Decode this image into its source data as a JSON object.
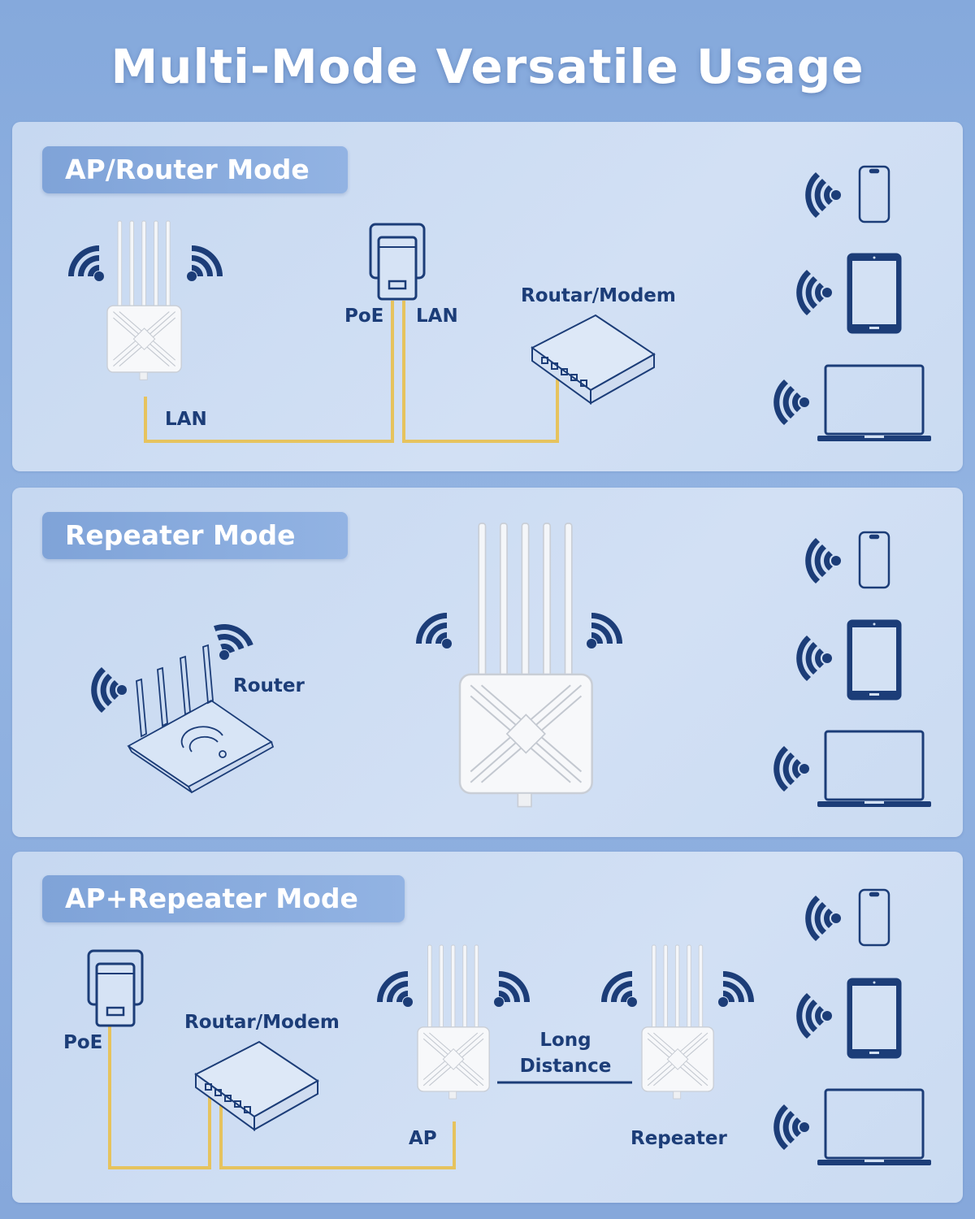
{
  "title": "Multi-Mode Versatile Usage",
  "colors": {
    "accent": "#1c3d78",
    "cable": "#e6c35e",
    "panel": "#cedcf3",
    "badge": "#86a9dc"
  },
  "panels": [
    {
      "mode_label": "AP/Router Mode",
      "labels": {
        "poe": "PoE",
        "lan_top": "LAN",
        "lan_bottom": "LAN",
        "router_modem": "Routar/Modem"
      },
      "client_icons": [
        "smartphone-icon",
        "tablet-icon",
        "laptop-icon"
      ]
    },
    {
      "mode_label": "Repeater Mode",
      "labels": {
        "router": "Router"
      },
      "client_icons": [
        "smartphone-icon",
        "tablet-icon",
        "laptop-icon"
      ]
    },
    {
      "mode_label": "AP+Repeater Mode",
      "labels": {
        "poe": "PoE",
        "router_modem": "Routar/Modem",
        "long_distance": "Long\nDistance",
        "ap": "AP",
        "repeater": "Repeater"
      },
      "client_icons": [
        "smartphone-icon",
        "tablet-icon",
        "laptop-icon"
      ]
    }
  ]
}
